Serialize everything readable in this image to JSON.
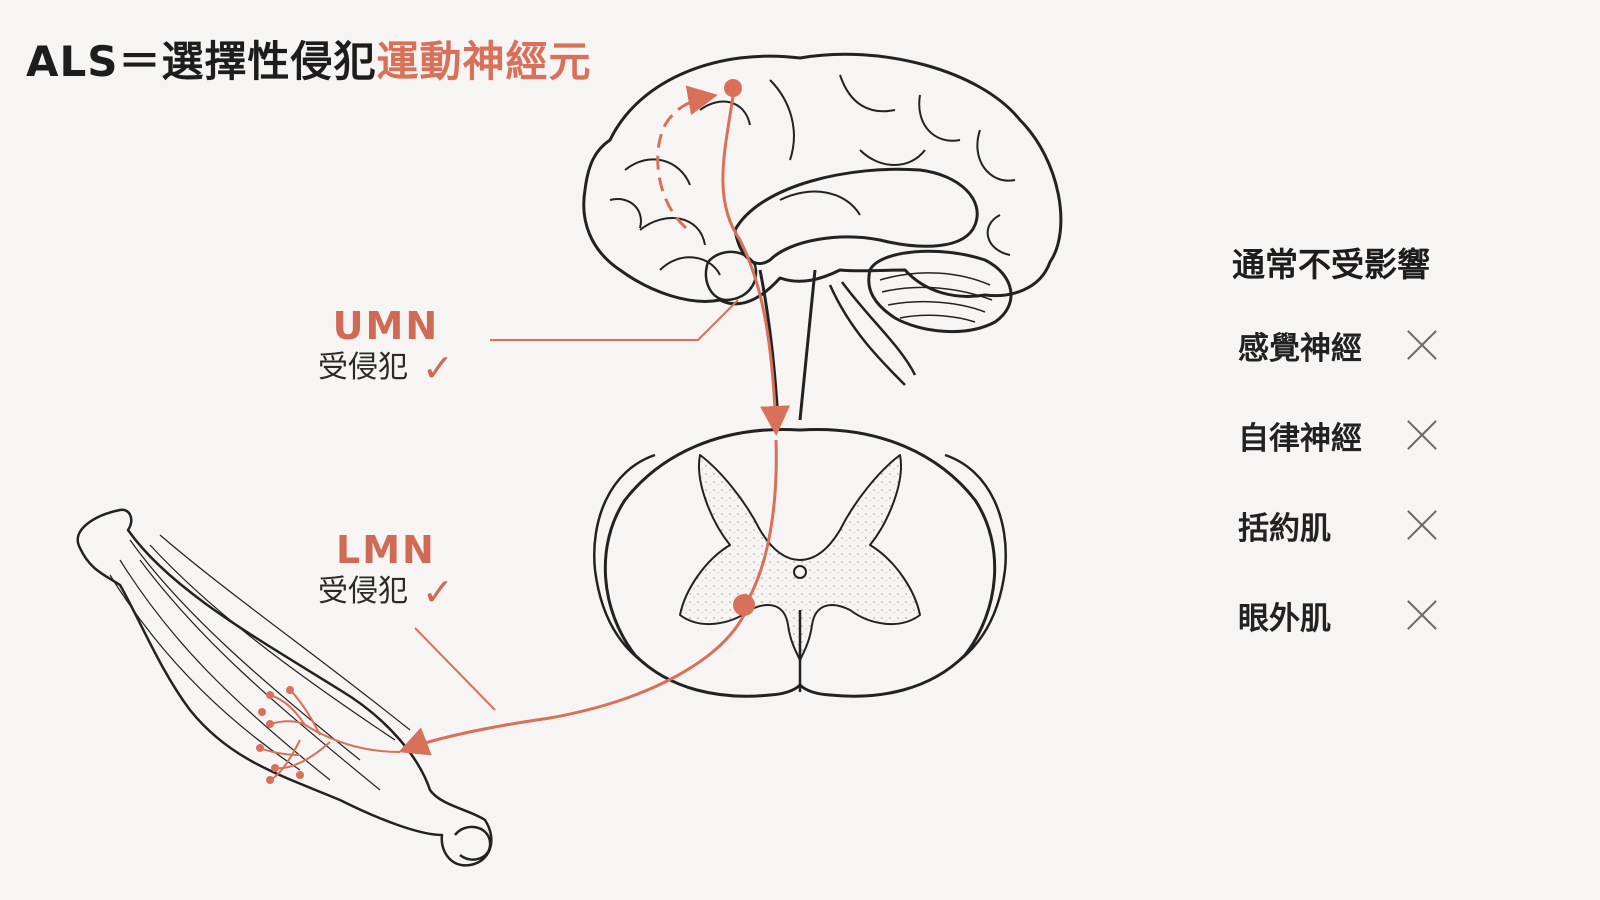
{
  "title": {
    "prefix": "ALS＝選擇性侵犯",
    "highlight": "運動神經元"
  },
  "umn": {
    "abbr": "UMN",
    "status": "受侵犯",
    "check_icon": "check-icon"
  },
  "lmn": {
    "abbr": "LMN",
    "status": "受侵犯",
    "check_icon": "check-icon"
  },
  "unaffected": {
    "title": "通常不受影響",
    "items": [
      {
        "label": "感覺神經",
        "icon": "cross-icon"
      },
      {
        "label": "自律神經",
        "icon": "cross-icon"
      },
      {
        "label": "括約肌",
        "icon": "cross-icon"
      },
      {
        "label": "眼外肌",
        "icon": "cross-icon"
      }
    ]
  },
  "colors": {
    "accent": "#d9705a",
    "line": "#222222",
    "background": "#f6f5f3",
    "cross": "#6b6b6b"
  }
}
